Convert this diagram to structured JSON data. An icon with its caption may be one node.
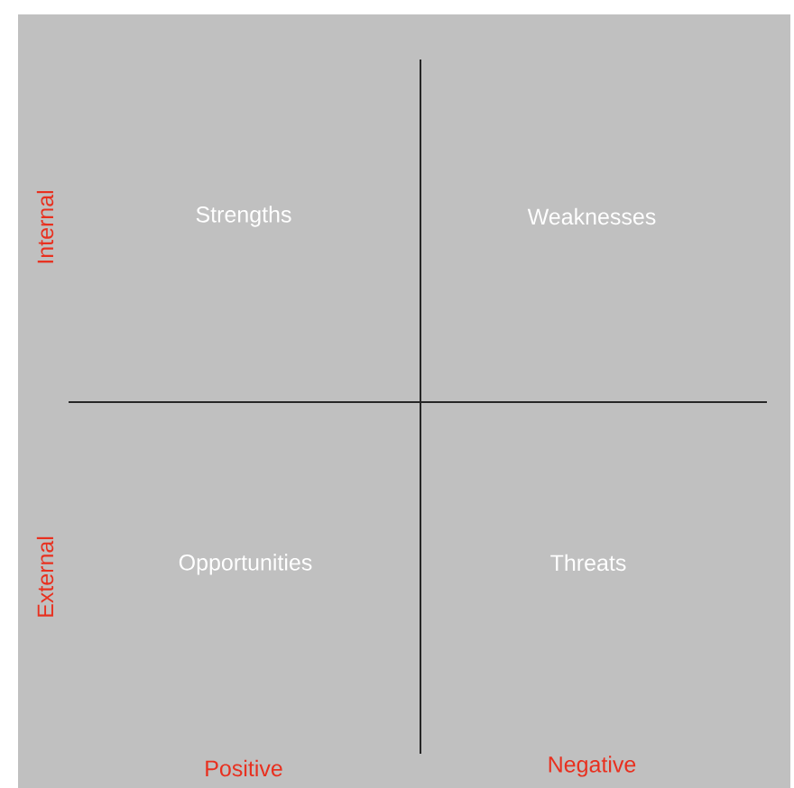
{
  "diagram": {
    "labels": [
      "Internal",
      "Strengths",
      "Weaknesses",
      "External",
      "Opportunities",
      "Threats",
      "Positive",
      "Negative"
    ]
  }
}
